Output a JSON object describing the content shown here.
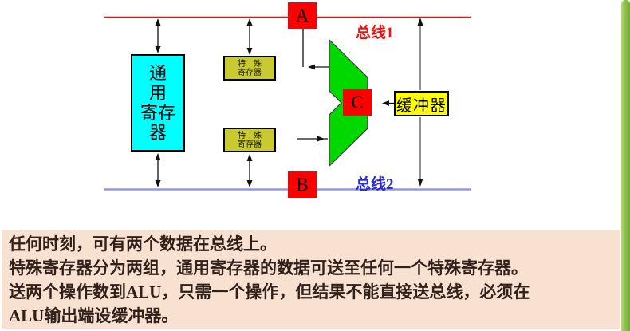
{
  "slide": {
    "accent_bar_color": "#8cc04a",
    "panel_bg": "#f8e1d0"
  },
  "diagram": {
    "bus1": {
      "label": "总线1",
      "color": "#ee1111"
    },
    "bus2": {
      "label": "总线2",
      "color": "#2b2bd5"
    },
    "nodes": {
      "a": "A",
      "b": "B",
      "c": "C",
      "color": "#ff0000"
    },
    "general_register": {
      "line1": "通　用",
      "line2": "寄存器",
      "color": "#00ffff"
    },
    "special_register": {
      "line1": "特　殊",
      "line2": "寄存器",
      "color": "#c9c932"
    },
    "buffer": {
      "label": "缓冲器",
      "color": "#ffff00"
    },
    "alu_color": "#00d800"
  },
  "notes": {
    "lines": [
      "任何时刻，可有两个数据在总线上。",
      "特殊寄存器分为两组，通用寄存器的数据可送至任何一个特殊寄存器。",
      "送两个操作数到ALU，只需一个操作，但结果不能直接送总线，必须在",
      "ALU输出端设缓冲器。"
    ]
  }
}
